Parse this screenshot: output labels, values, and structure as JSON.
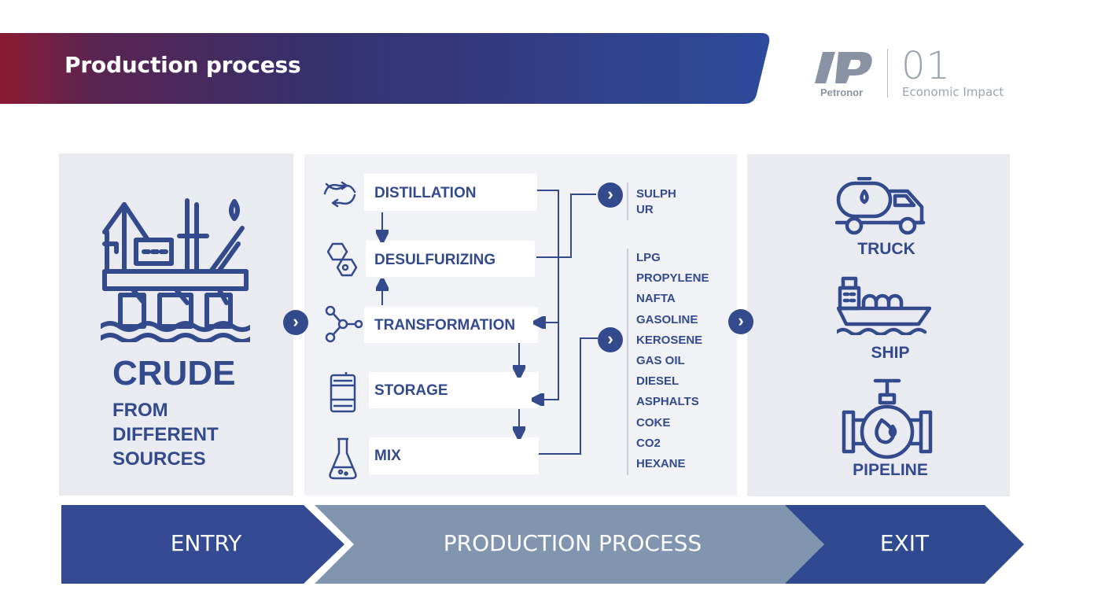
{
  "header": {
    "title": "Production process",
    "logo_text": "Petronor",
    "section_number": "01",
    "section_name": "Economic Impact"
  },
  "entry": {
    "title": "CRUDE",
    "subtitle_lines": [
      "FROM",
      "DIFFERENT",
      "SOURCES"
    ]
  },
  "process_steps": [
    "DISTILLATION",
    "DESULFURIZING",
    "TRANSFORMATION",
    "STORAGE",
    "MIX"
  ],
  "byproduct": {
    "lines": [
      "SULPH",
      "UR"
    ]
  },
  "products": [
    "LPG",
    "PROPYLENE",
    "NAFTA",
    "GASOLINE",
    "KEROSENE",
    "GAS OIL",
    "DIESEL",
    "ASPHALTS",
    "COKE",
    "CO2",
    "HEXANE"
  ],
  "exit_methods": [
    "TRUCK",
    "SHIP",
    "PIPELINE"
  ],
  "stages": [
    "ENTRY",
    "PRODUCTION PROCESS",
    "EXIT"
  ],
  "colors": {
    "primary": "#334a8c",
    "header_gradient_start": "#8c1a33",
    "header_gradient_mid": "#3a2f6c",
    "header_gradient_end": "#2f4a9a",
    "entry_chevron": "#344b94",
    "process_chevron": "#8295b0",
    "exit_chevron": "#2f4a90",
    "panel_bg": "#e9ebf1",
    "logo_gray": "#9aa3b1"
  },
  "icons": [
    "oil-platform-icon",
    "distillation-icon",
    "molecule-icon",
    "network-icon",
    "barrel-icon",
    "flask-icon",
    "tanker-truck-icon",
    "ship-icon",
    "pipeline-valve-icon",
    "chevron-right-icon"
  ]
}
